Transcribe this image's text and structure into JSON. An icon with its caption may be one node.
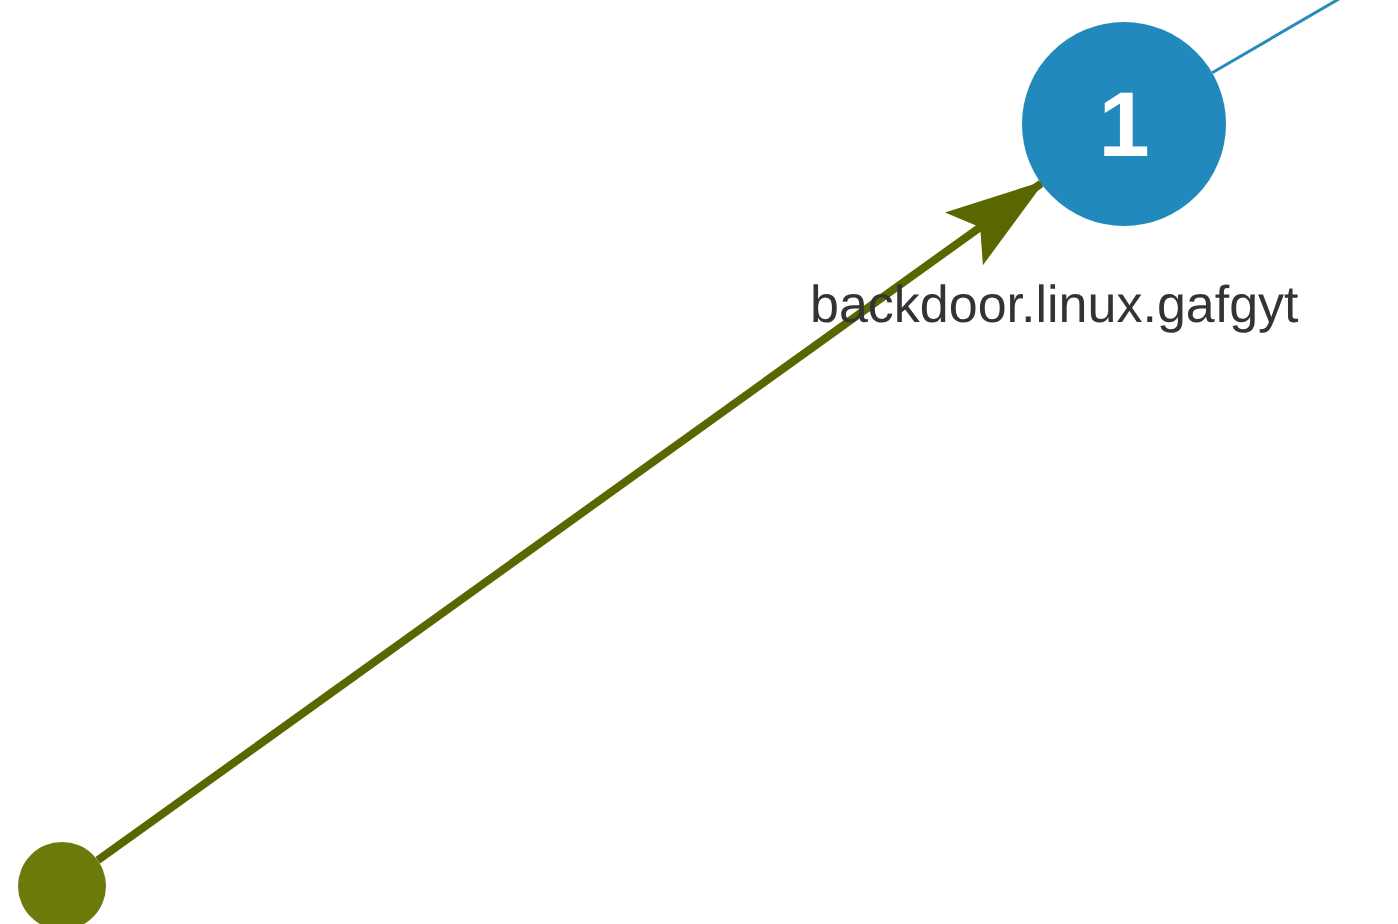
{
  "diagram": {
    "nodes": [
      {
        "text": [
          "1"
        ],
        "beside": [
          "backdoor.linux.gafgyt"
        ]
      },
      {
        "text": [],
        "shape": "circle"
      }
    ],
    "edges": [
      {
        "from": 1,
        "to": 0,
        "arrow": "to",
        "style": "thick",
        "color": "#5a6600"
      },
      {
        "from": 0,
        "to": null,
        "arrow": "none",
        "color": "#2a8ab8"
      }
    ]
  }
}
